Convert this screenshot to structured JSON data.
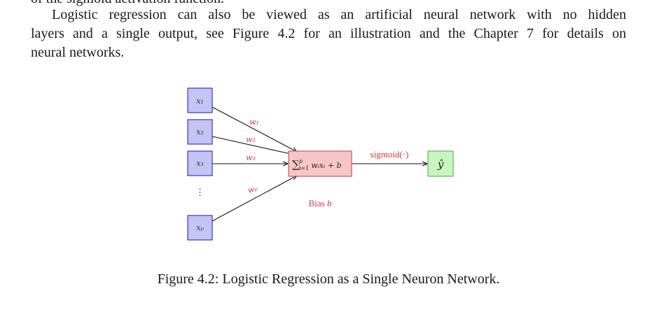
{
  "document": {
    "clipped_line": "of the sigmoid activation function.",
    "paragraph": {
      "line1": "Logistic regression can also be viewed as an artificial neural network with no hidden",
      "line2": "layers and a single output, see Figure 4.2 for an illustration and the Chapter 7 for details on",
      "line3": "neural networks."
    },
    "caption": "Figure 4.2: Logistic Regression as a Single Neuron Network."
  },
  "diagram": {
    "inputs": [
      "x₁",
      "x₂",
      "x₃",
      "⋮",
      "xₚ"
    ],
    "weights": [
      "w₁",
      "w₂",
      "w₃",
      "wₚ"
    ],
    "sum_label": "∑",
    "sum_sup": "p",
    "sum_sub": "i=1",
    "sum_rest": "wᵢxᵢ + b",
    "activation_label": "sigmoid(·)",
    "output_label": "ŷ",
    "bias_prefix": "Bias",
    "bias_var": "b",
    "colors": {
      "input_fill": "#c4c4f5",
      "input_stroke": "#3a3ac8",
      "sum_fill": "#f6c6c6",
      "sum_stroke": "#c85a5a",
      "output_fill": "#c8f5c0",
      "output_stroke": "#5ab85a",
      "weight_text": "#d03a3a"
    }
  }
}
